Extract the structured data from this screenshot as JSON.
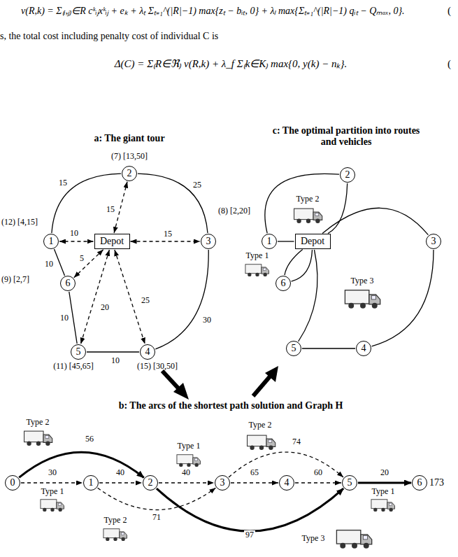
{
  "diagram": {
    "nodes": [
      {
        "text": [
          "2"
        ]
      },
      {
        "text": [
          "1"
        ]
      },
      {
        "text": [
          "Depot"
        ]
      },
      {
        "text": [
          "3"
        ]
      },
      {
        "text": [
          "6"
        ]
      },
      {
        "text": [
          "5"
        ]
      },
      {
        "text": [
          "4"
        ]
      },
      {
        "text": [
          "2"
        ]
      },
      {
        "text": [
          "1"
        ]
      },
      {
        "text": [
          "Depot"
        ]
      },
      {
        "text": [
          "3"
        ]
      },
      {
        "text": [
          "6"
        ]
      },
      {
        "text": [
          "5"
        ]
      },
      {
        "text": [
          "4"
        ]
      },
      {
        "text": [
          "0"
        ]
      },
      {
        "text": [
          "1"
        ]
      },
      {
        "text": [
          "2"
        ]
      },
      {
        "text": [
          "3"
        ]
      },
      {
        "text": [
          "4"
        ]
      },
      {
        "text": [
          "5"
        ]
      },
      {
        "text": [
          "6"
        ]
      }
    ],
    "edges": [
      {
        "from": 1,
        "to": 0,
        "label": "15",
        "arrow": "none"
      },
      {
        "from": 0,
        "to": 3,
        "label": "25",
        "arrow": "none"
      },
      {
        "from": 1,
        "to": 4,
        "label": "10",
        "arrow": "none"
      },
      {
        "from": 4,
        "to": 5,
        "label": "10",
        "arrow": "none"
      },
      {
        "from": 5,
        "to": 6,
        "label": "10",
        "arrow": "none"
      },
      {
        "from": 6,
        "to": 3,
        "label": "30",
        "arrow": "none"
      },
      {
        "from": 2,
        "to": 1,
        "label": "10",
        "arrow": "both"
      },
      {
        "from": 2,
        "to": 0,
        "label": "15",
        "arrow": "both"
      },
      {
        "from": 2,
        "to": 3,
        "label": "15",
        "arrow": "both"
      },
      {
        "from": 2,
        "to": 4,
        "label": "5",
        "arrow": "both"
      },
      {
        "from": 2,
        "to": 5,
        "label": "20",
        "arrow": "both"
      },
      {
        "from": 2,
        "to": 6,
        "label": "25",
        "arrow": "both"
      },
      {
        "from": 8,
        "to": 7,
        "arrow": "none"
      },
      {
        "from": 7,
        "to": 9,
        "arrow": "none"
      },
      {
        "from": 8,
        "to": 9,
        "arrow": "none"
      },
      {
        "from": 9,
        "to": 11,
        "arrow": "none"
      },
      {
        "from": 9,
        "to": 11,
        "arrow": "none"
      },
      {
        "from": 9,
        "to": 10,
        "arrow": "none"
      },
      {
        "from": 10,
        "to": 13,
        "arrow": "none"
      },
      {
        "from": 13,
        "to": 12,
        "arrow": "none"
      },
      {
        "from": 12,
        "to": 9,
        "arrow": "none"
      },
      {
        "from": 14,
        "to": 16,
        "label": "56",
        "arrow": "to"
      },
      {
        "from": 14,
        "to": 15,
        "label": "30",
        "arrow": "to"
      },
      {
        "from": 15,
        "to": 16,
        "label": "40",
        "arrow": "to"
      },
      {
        "from": 15,
        "to": 17,
        "label": "71",
        "arrow": "to"
      },
      {
        "from": 16,
        "to": 17,
        "label": "40",
        "arrow": "to"
      },
      {
        "from": 17,
        "to": 18,
        "label": "65",
        "arrow": "to"
      },
      {
        "from": 18,
        "to": 19,
        "label": "60",
        "arrow": "to"
      },
      {
        "from": 17,
        "to": 19,
        "label": "74",
        "arrow": "to"
      },
      {
        "from": 16,
        "to": 19,
        "label": "97",
        "arrow": "to"
      },
      {
        "from": 19,
        "to": 20,
        "label": "20",
        "arrow": "to"
      }
    ],
    "labels": [
      "ν(R,k) = Σ₍ᵢ,ⱼ₎∈R cᵏᵢⱼxᵏᵢⱼ + eₖ + λₜ Σₜ₌₁^(|R|−1) max{zₜ − bᵢₜ, 0} + λₗ max{Σₜ₌₁^(|R|−1) qᵢₜ − Qₘₐₓ, 0}.",
      "(",
      "s, the total cost including penalty cost of individual C is",
      "Δ(C) = Σ₍R∈ℜ₎ ν(R,k) + λ_f Σ₍k∈K₎ max{0, y(k) − nₖ}.",
      "(",
      "a: The giant tour",
      "c: The optimal partition into routes and vehicles",
      "b: The arcs of the shortest path solution and Graph H",
      "(7) [13,50]",
      "(8) [2,20]",
      "(12) [4,15]",
      "(9) [2,7]",
      "(11) [45,65]",
      "(15) [30,50]",
      "Type 2",
      "Type 1",
      "Type 3",
      "Type 2",
      "Type 1",
      "Type 2",
      "Type 1",
      "Type 2",
      "Type 3",
      "Type 1",
      "173"
    ]
  }
}
